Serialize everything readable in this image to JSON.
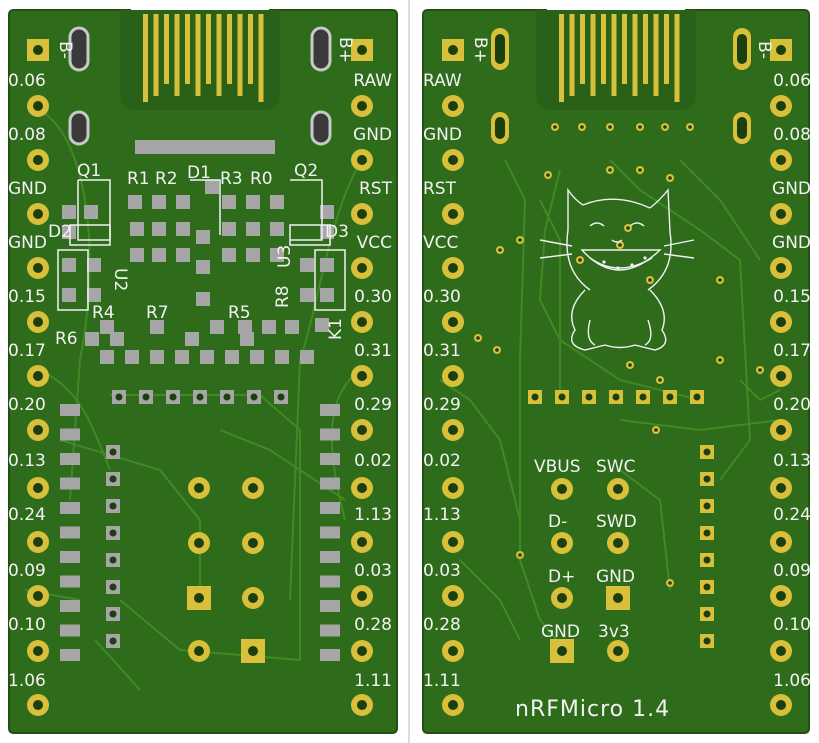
{
  "front": {
    "pins_left": [
      "B-",
      "0.06",
      "0.08",
      "GND",
      "GND",
      "0.15",
      "0.17",
      "0.20",
      "0.13",
      "0.24",
      "0.09",
      "0.10",
      "1.06"
    ],
    "pins_right": [
      "B+",
      "RAW",
      "GND",
      "RST",
      "VCC",
      "0.30",
      "0.31",
      "0.29",
      "0.02",
      "1.13",
      "0.03",
      "0.28",
      "1.11"
    ],
    "refs": {
      "q1": "Q1",
      "q2": "Q2",
      "d1": "D1",
      "d2": "D2",
      "d3": "D3",
      "r1": "R1",
      "r2": "R2",
      "r3": "R3",
      "r0": "R0",
      "r4": "R4",
      "r5": "R5",
      "r6": "R6",
      "r7": "R7",
      "r8": "R8",
      "u2": "U2",
      "u3": "U3",
      "k1": "K1"
    }
  },
  "back": {
    "pins_left": [
      "B+",
      "RAW",
      "GND",
      "RST",
      "VCC",
      "0.30",
      "0.31",
      "0.29",
      "0.02",
      "1.13",
      "0.03",
      "0.28",
      "1.11"
    ],
    "pins_right": [
      "B-",
      "0.06",
      "0.08",
      "GND",
      "GND",
      "0.15",
      "0.17",
      "0.20",
      "0.13",
      "0.24",
      "0.09",
      "0.10",
      "1.06"
    ],
    "usb_labels": [
      "VBUS",
      "D-",
      "D+",
      "GND"
    ],
    "swd_labels": [
      "SWC",
      "SWD",
      "GND",
      "3v3"
    ],
    "title": "nRFMicro 1.4"
  },
  "colors": {
    "board": "#2e6b1b",
    "board_edge": "#244f15",
    "trace": "#3f8a24",
    "pad": "#d8c03a",
    "smd_pad": "#a6a6a6",
    "silk": "#f2f2f2"
  }
}
